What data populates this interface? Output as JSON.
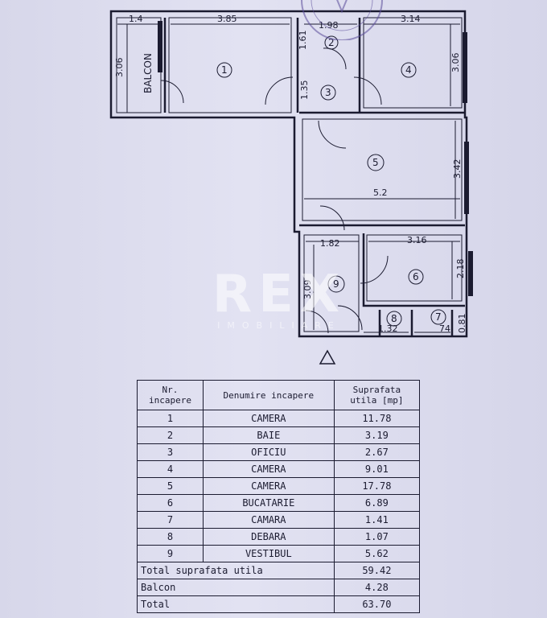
{
  "plan": {
    "dimensions": {
      "d_1_4": "1.4",
      "d_3_85": "3.85",
      "d_1_98": "1.98",
      "d_3_14": "3.14",
      "d_3_06_left": "3.06",
      "d_1_61": "1.61",
      "d_1_35": "1.35",
      "d_3_06_right": "3.06",
      "d_3_42": "3.42",
      "d_5_2": "5.2",
      "d_1_82": "1.82",
      "d_3_16": "3.16",
      "d_2_18": "2.18",
      "d_3_09": "3.09",
      "d_1_32": "1.32",
      "d_74": "74",
      "d_0_81": "0.81"
    },
    "balcon_label": "BALCON",
    "room_markers": [
      "1",
      "2",
      "3",
      "4",
      "5",
      "6",
      "7",
      "8",
      "9"
    ]
  },
  "watermark": {
    "brand": "REX",
    "sub": "IMOBILIARE"
  },
  "table": {
    "headers": {
      "nr": "Nr. incapere",
      "name": "Denumire incapere",
      "area": "Suprafata utila [mp]"
    },
    "rows": [
      {
        "nr": "1",
        "name": "CAMERA",
        "area": "11.78"
      },
      {
        "nr": "2",
        "name": "BAIE",
        "area": "3.19"
      },
      {
        "nr": "3",
        "name": "OFICIU",
        "area": "2.67"
      },
      {
        "nr": "4",
        "name": "CAMERA",
        "area": "9.01"
      },
      {
        "nr": "5",
        "name": "CAMERA",
        "area": "17.78"
      },
      {
        "nr": "6",
        "name": "BUCATARIE",
        "area": "6.89"
      },
      {
        "nr": "7",
        "name": "CAMARA",
        "area": "1.41"
      },
      {
        "nr": "8",
        "name": "DEBARA",
        "area": "1.07"
      },
      {
        "nr": "9",
        "name": "VESTIBUL",
        "area": "5.62"
      }
    ],
    "totals": [
      {
        "label": "Total suprafata utila",
        "value": "59.42"
      },
      {
        "label": "Balcon",
        "value": "4.28"
      },
      {
        "label": "Total",
        "value": "63.70"
      }
    ]
  }
}
